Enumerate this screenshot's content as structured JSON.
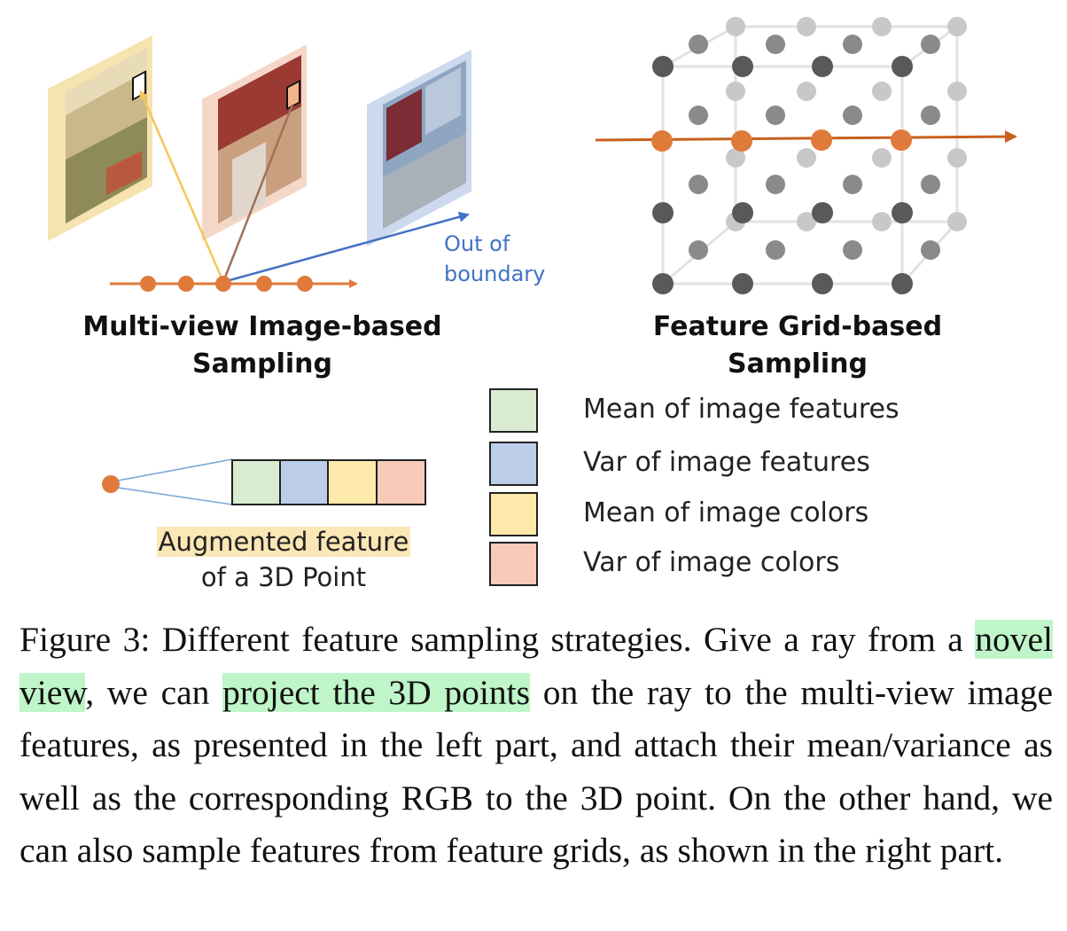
{
  "left_panel": {
    "title_line1": "Multi-view Image-based",
    "title_line2": "Sampling",
    "out_of_boundary_line1": "Out of",
    "out_of_boundary_line2": "boundary"
  },
  "right_panel": {
    "title_line1": "Feature Grid-based",
    "title_line2": "Sampling"
  },
  "augmented": {
    "label_line1": "Augmented feature",
    "label_line2": "of a 3D Point"
  },
  "legend": [
    {
      "label": "Mean of image features",
      "color": "#d9ecd2"
    },
    {
      "label": "Var of image features",
      "color": "#bccde9"
    },
    {
      "label": "Mean of image colors",
      "color": "#fde9a9"
    },
    {
      "label": "Var of image colors",
      "color": "#f7cbb8"
    }
  ],
  "caption": {
    "part1": "Figure 3: Different feature sampling strategies. Give a ray from a ",
    "hl1": "novel view",
    "part2": ", we can ",
    "hl2": "project the 3D points",
    "part3": " on the ray to the multi-view image features, as presented in the left part, and attach their mean/variance as well as the corresponding RGB to the 3D point. On the other hand, we can also sample features from feature grids, as shown in the right part."
  },
  "colors": {
    "ray": "#e07a3a",
    "out_of_boundary_arrow": "#4472c4",
    "yellow_projection": "#f5c75a",
    "brown_projection": "#a0705a",
    "grid_dot_dark": "#595959",
    "grid_dot_light": "#c8c8c8"
  }
}
